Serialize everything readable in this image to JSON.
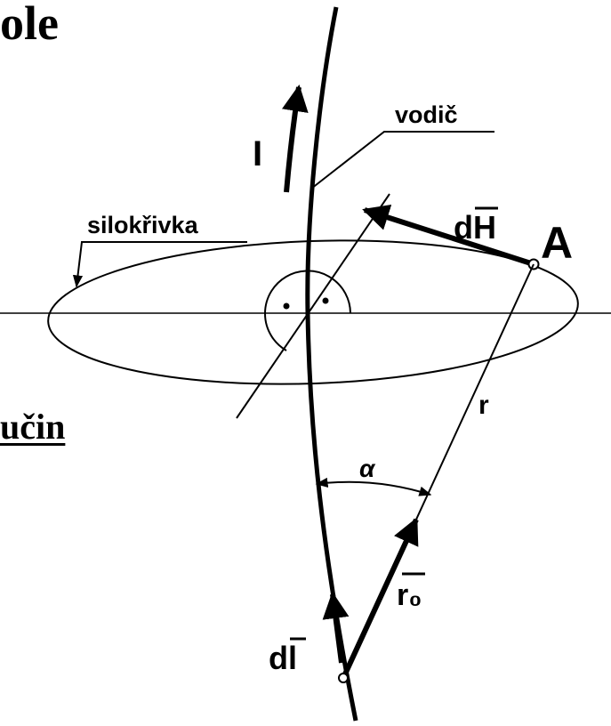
{
  "headings": {
    "top_fragment": "ole",
    "bottom_fragment": "učin"
  },
  "labels": {
    "current": "I",
    "conductor": "vodič",
    "field_line": "silokřivka",
    "field_element": "dH",
    "point": "A",
    "distance": "r",
    "angle": "α",
    "unit_vector": "r₀",
    "length_element": "dl"
  },
  "colors": {
    "ink": "#000000",
    "background": "#ffffff"
  }
}
